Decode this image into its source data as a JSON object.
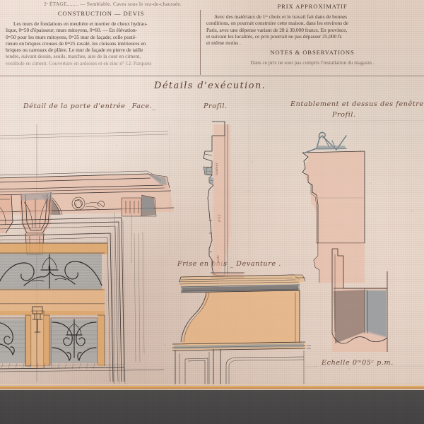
{
  "plate": {
    "title_handwritten": "Détails  d'exécution.",
    "scale_note": "Echelle  0ᵐ05ᶜ p.m."
  },
  "text_columns": {
    "top_line": "2ᵉ ÉTAGE........ — Semblable. Caves sous le rez-de-chaussée.",
    "left": {
      "heading": "CONSTRUCTION — DEVIS",
      "lines": [
        "Les murs de fondations en meulière et mortier de cheux hydrau-",
        "lique, 0ᵐ50 d'épaisseur; murs mitoyens, 0ᵐ60. — En élévation-",
        "0ᵐ50 pour les murs mitoyens, 0ᵐ35 mur de façade; celle posté-",
        "rieure en briques creuses de 0ᵐ25 ravalé, les cloisons intérieures en",
        "briques ou carreaux de plâtre.  Le mur de façade en pierre de taille",
        "tendre, suivant dessin, seuils, marches, aire de la cour en ciment,",
        "vestibule en ciment. Couverture en ardoises et en zinc n° 12. Parquets"
      ]
    },
    "right": {
      "heading1": "PRIX APPROXIMATIF",
      "lines1": [
        "Avec des matériaux de 1ᵉʳ choix et le travail fait dans de bonnes",
        "conditions, on pourrait construire cette maison, dans les environs de",
        "Paris, avec une dépense variant de 28 à 30,000 francs. En province,",
        "et suivant les localités, ce prix pourrait ne pas dépasser 25,000 fr.",
        "et même moins ."
      ],
      "heading2": "NOTES & OBSERVATIONS",
      "lines2": [
        "Dans ce prix ne sont pas compris l'installation du magasin ."
      ]
    }
  },
  "captions": {
    "door_detail": "Détail de la porte d'entrée _Face._",
    "profil_center": "Profil.",
    "entablature_line1": "Entablement et dessus des fenêtres",
    "entablature_line2": "Profil.",
    "frieze": "Frise en bois _ Devanture ."
  },
  "colors": {
    "paper": "#e0cdc0",
    "ink": "#3a3330",
    "stone_wash": "#e7b9a4",
    "wood_wash": "#e8b07a",
    "iron_blue": "#8b979c",
    "mount_grey": "#484646",
    "mount_rule": "#d79c57"
  }
}
